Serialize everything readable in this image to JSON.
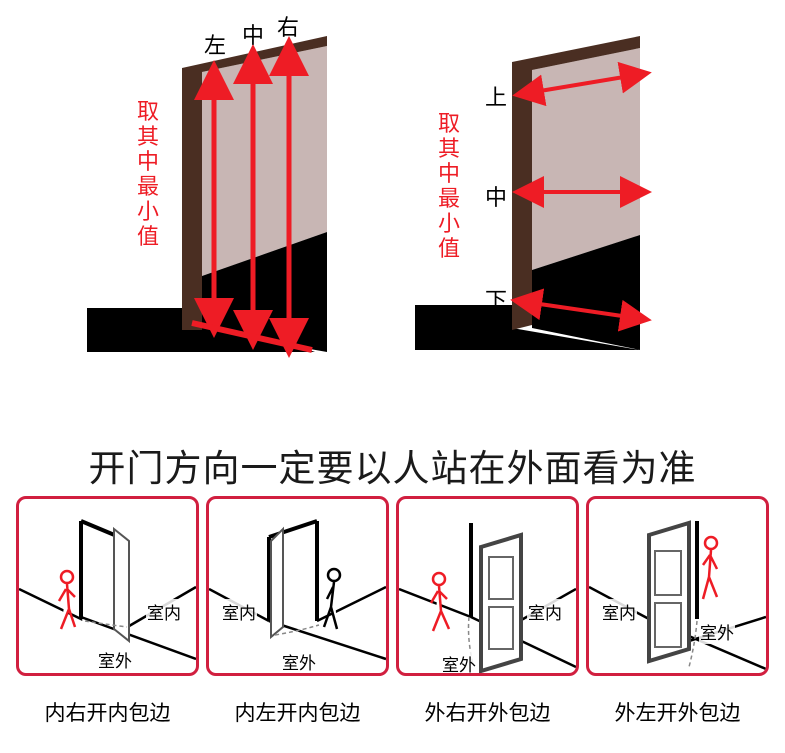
{
  "top_left": {
    "labels": [
      "左",
      "中",
      "右"
    ],
    "red_note": [
      "取",
      "其",
      "中",
      "最",
      "小",
      "值"
    ]
  },
  "top_right": {
    "labels": [
      "上",
      "中",
      "下"
    ],
    "red_note": [
      "取",
      "其",
      "中",
      "最",
      "小",
      "值"
    ]
  },
  "title": "开门方向一定要以人站在外面看为准",
  "panels": [
    {
      "caption": "内右开内包边",
      "inside": "室内",
      "outside": "室外"
    },
    {
      "caption": "内左开内包边",
      "inside": "室内",
      "outside": "室外"
    },
    {
      "caption": "外右开外包边",
      "inside": "室内",
      "outside": "室外"
    },
    {
      "caption": "外左开外包边",
      "inside": "室内",
      "outside": "室外"
    }
  ],
  "colors": {
    "red": "#ee1c25",
    "frame": "#4a2e22",
    "wall": "#c8b6b4",
    "border": "#d11f3f"
  }
}
